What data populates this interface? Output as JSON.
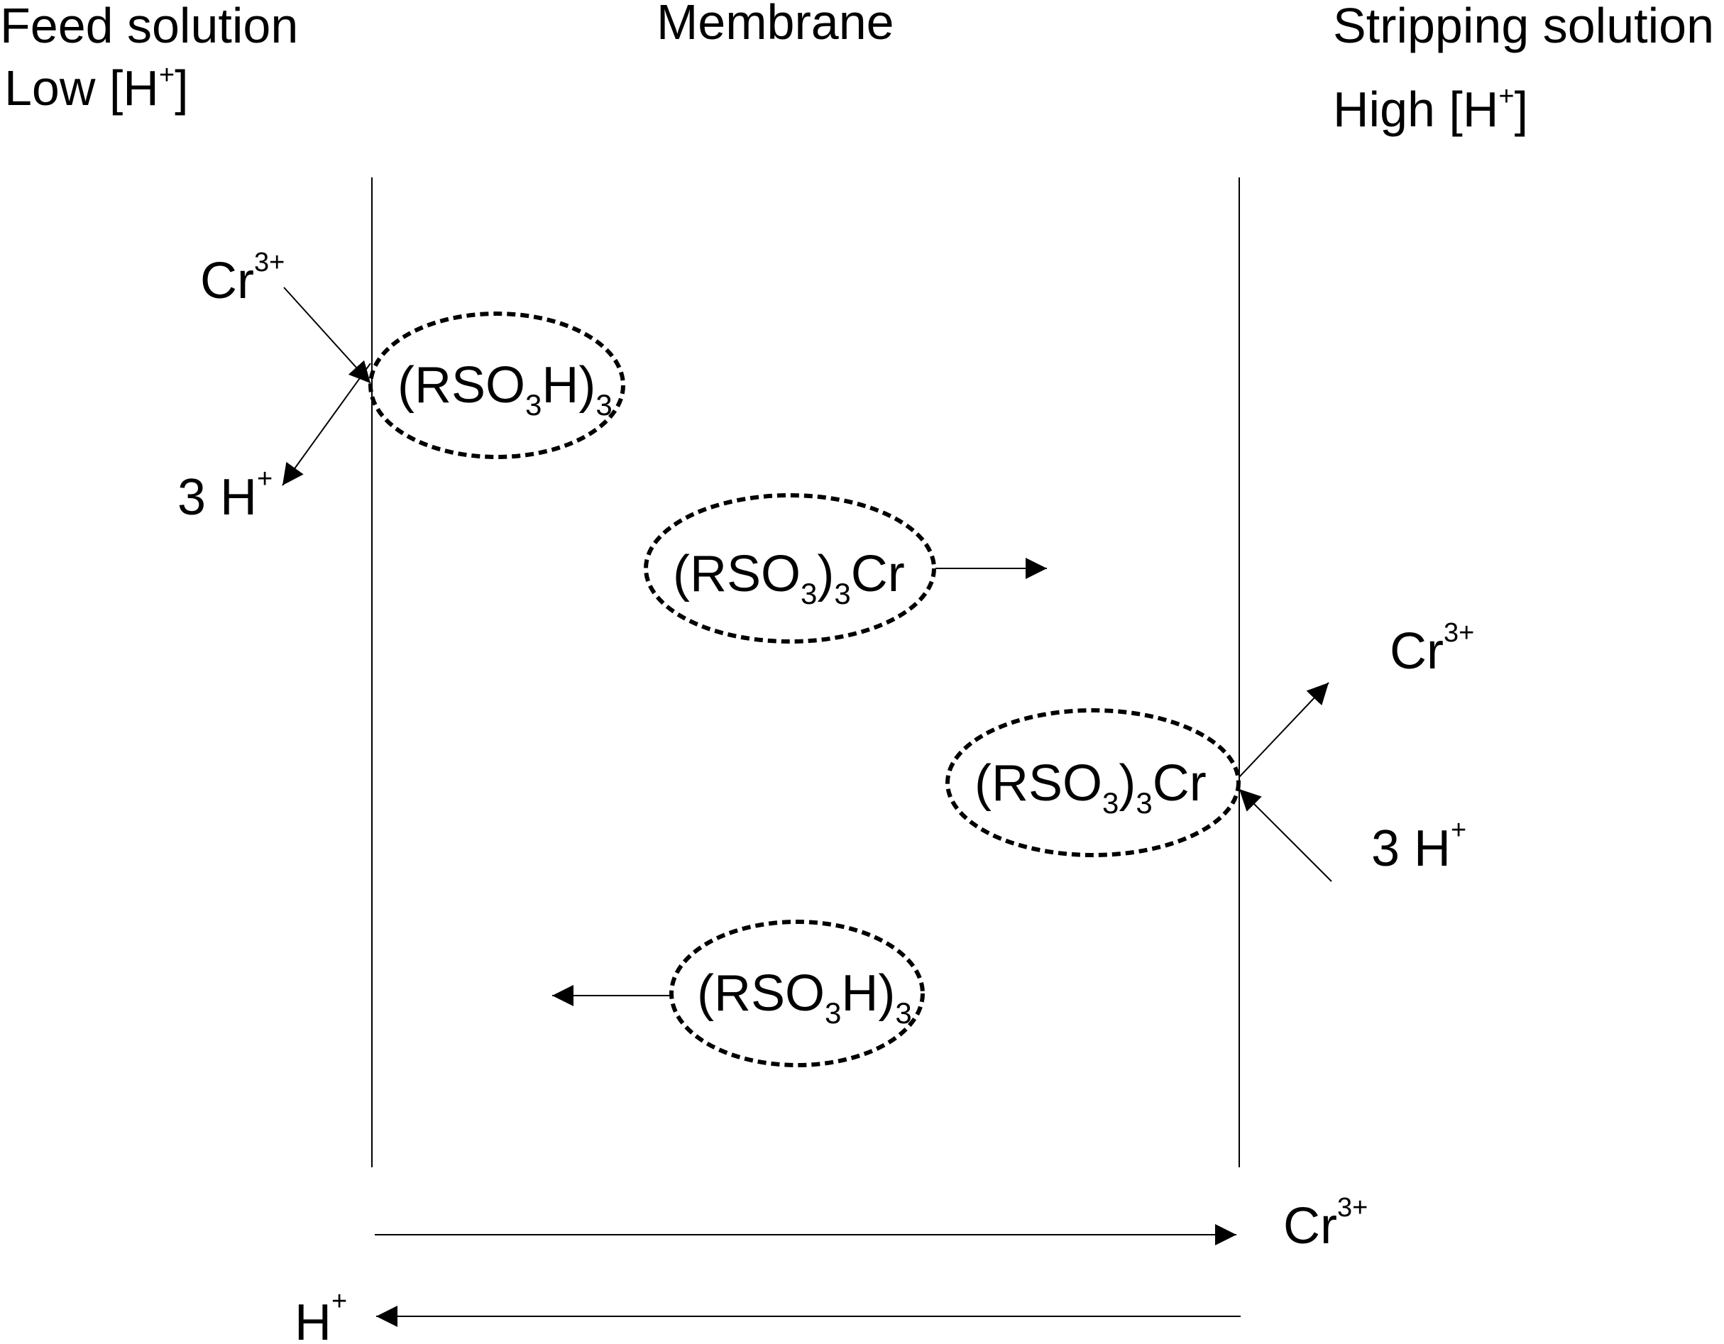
{
  "headers": {
    "feed": "Feed solution",
    "feed_h_base": "Low [H",
    "feed_h_sup": "+",
    "feed_h_end": "]",
    "membrane": "Membrane",
    "strip": "Stripping solution",
    "strip_h_base": "High [H",
    "strip_h_sup": "+",
    "strip_h_end": "]"
  },
  "species": {
    "cr": "Cr",
    "cr_charge": "3+",
    "three_h": "3 H",
    "h": "H",
    "h_charge": "+"
  },
  "carriers": {
    "acid_open": "(RSO",
    "acid_sub3": "3",
    "acid_mid": "H)",
    "complex_open": "(RSO",
    "complex_sub3": "3",
    "complex_mid": ")",
    "complex_sub_n": "3",
    "complex_end": "Cr"
  }
}
